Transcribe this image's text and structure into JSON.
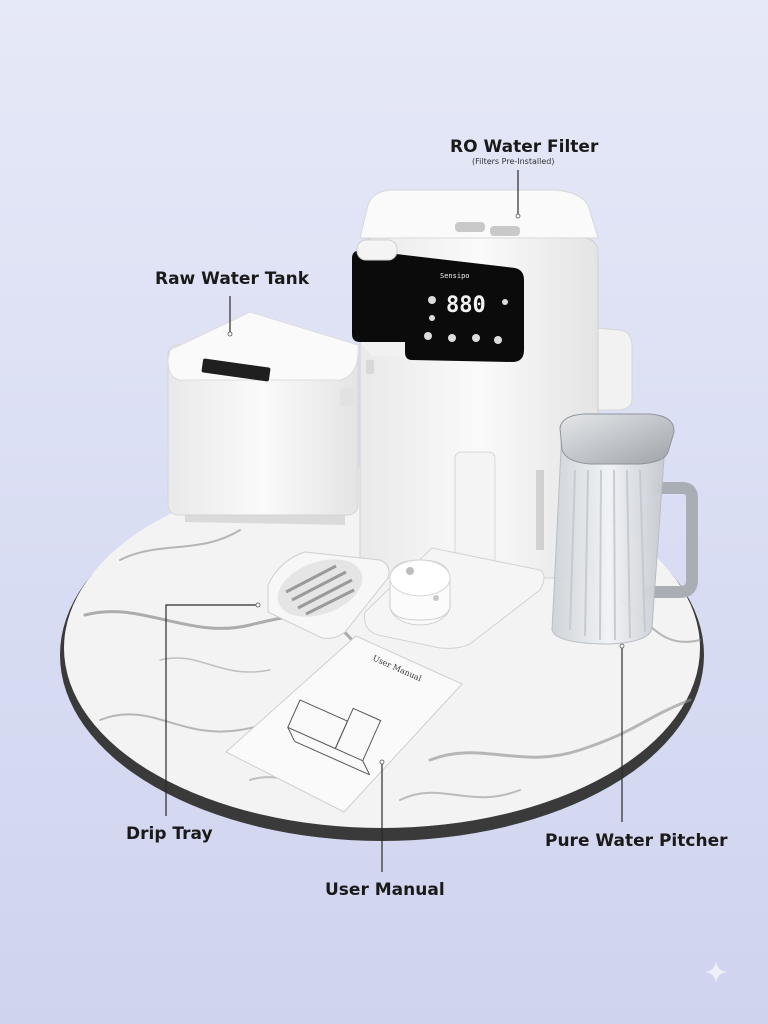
{
  "labels": {
    "ro_filter": "RO Water Filter",
    "ro_filter_sub": "(Filters Pre-Installed)",
    "raw_tank": "Raw Water Tank",
    "drip_tray": "Drip Tray",
    "user_manual": "User Manual",
    "pitcher": "Pure Water Pitcher"
  },
  "device": {
    "display_readout": "880",
    "brand": "Sensipo"
  },
  "manual": {
    "cover_title": "User Manual"
  },
  "colors": {
    "background": "#dde0f4",
    "label_text": "#1a1a1a",
    "appliance": "#f7f7f7",
    "panel": "#0c0c0c",
    "marble": "#f1f1f1"
  },
  "icons": [
    "sparkle-icon"
  ]
}
